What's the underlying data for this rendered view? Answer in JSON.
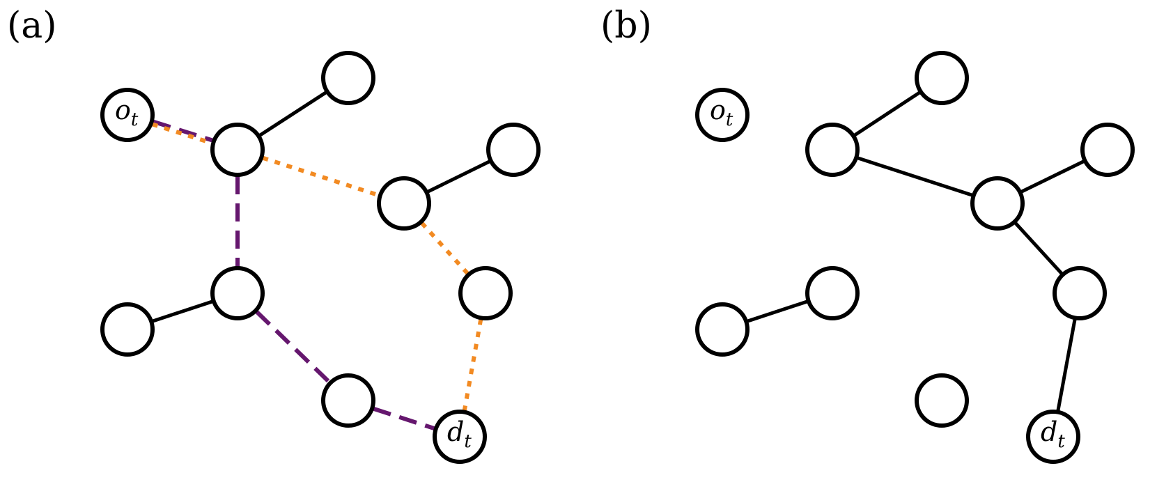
{
  "panels": [
    {
      "label": "(a)",
      "nodes": [
        {
          "id": "o",
          "text": "o",
          "sub": "t"
        },
        {
          "id": "n1"
        },
        {
          "id": "n2"
        },
        {
          "id": "n3"
        },
        {
          "id": "n4"
        },
        {
          "id": "n5"
        },
        {
          "id": "n6"
        },
        {
          "id": "n7"
        },
        {
          "id": "n8"
        },
        {
          "id": "n9"
        },
        {
          "id": "d",
          "text": "d",
          "sub": "t"
        }
      ],
      "edges": [
        {
          "from": "n1",
          "to": "n2",
          "style": "solid"
        },
        {
          "from": "n3",
          "to": "n4",
          "style": "solid"
        },
        {
          "from": "n5",
          "to": "n6",
          "style": "solid"
        },
        {
          "from": "o",
          "to": "n1",
          "style": "purple"
        },
        {
          "from": "n1",
          "to": "n5",
          "style": "purple"
        },
        {
          "from": "n5",
          "to": "n8",
          "style": "purple"
        },
        {
          "from": "n8",
          "to": "d",
          "style": "purple"
        },
        {
          "from": "o",
          "to": "n1",
          "style": "orange"
        },
        {
          "from": "n1",
          "to": "n3",
          "style": "orange"
        },
        {
          "from": "n3",
          "to": "n7",
          "style": "orange"
        },
        {
          "from": "n7",
          "to": "d",
          "style": "orange"
        }
      ]
    },
    {
      "label": "(b)",
      "nodes": [
        {
          "id": "o",
          "text": "o",
          "sub": "t"
        },
        {
          "id": "n1"
        },
        {
          "id": "n2"
        },
        {
          "id": "n3"
        },
        {
          "id": "n4"
        },
        {
          "id": "n5"
        },
        {
          "id": "n6"
        },
        {
          "id": "n7"
        },
        {
          "id": "n8"
        },
        {
          "id": "n9"
        },
        {
          "id": "d",
          "text": "d",
          "sub": "t"
        }
      ],
      "edges": [
        {
          "from": "n1",
          "to": "n2",
          "style": "solid"
        },
        {
          "from": "n1",
          "to": "n3",
          "style": "solid"
        },
        {
          "from": "n3",
          "to": "n4",
          "style": "solid"
        },
        {
          "from": "n3",
          "to": "n7",
          "style": "solid"
        },
        {
          "from": "n7",
          "to": "d",
          "style": "solid"
        },
        {
          "from": "n6",
          "to": "n5",
          "style": "solid"
        }
      ]
    }
  ],
  "colors": {
    "node_stroke": "#000000",
    "node_fill": "#ffffff",
    "solid_edge": "#000000",
    "purple_path": "#65176e",
    "orange_path": "#f28a22"
  }
}
